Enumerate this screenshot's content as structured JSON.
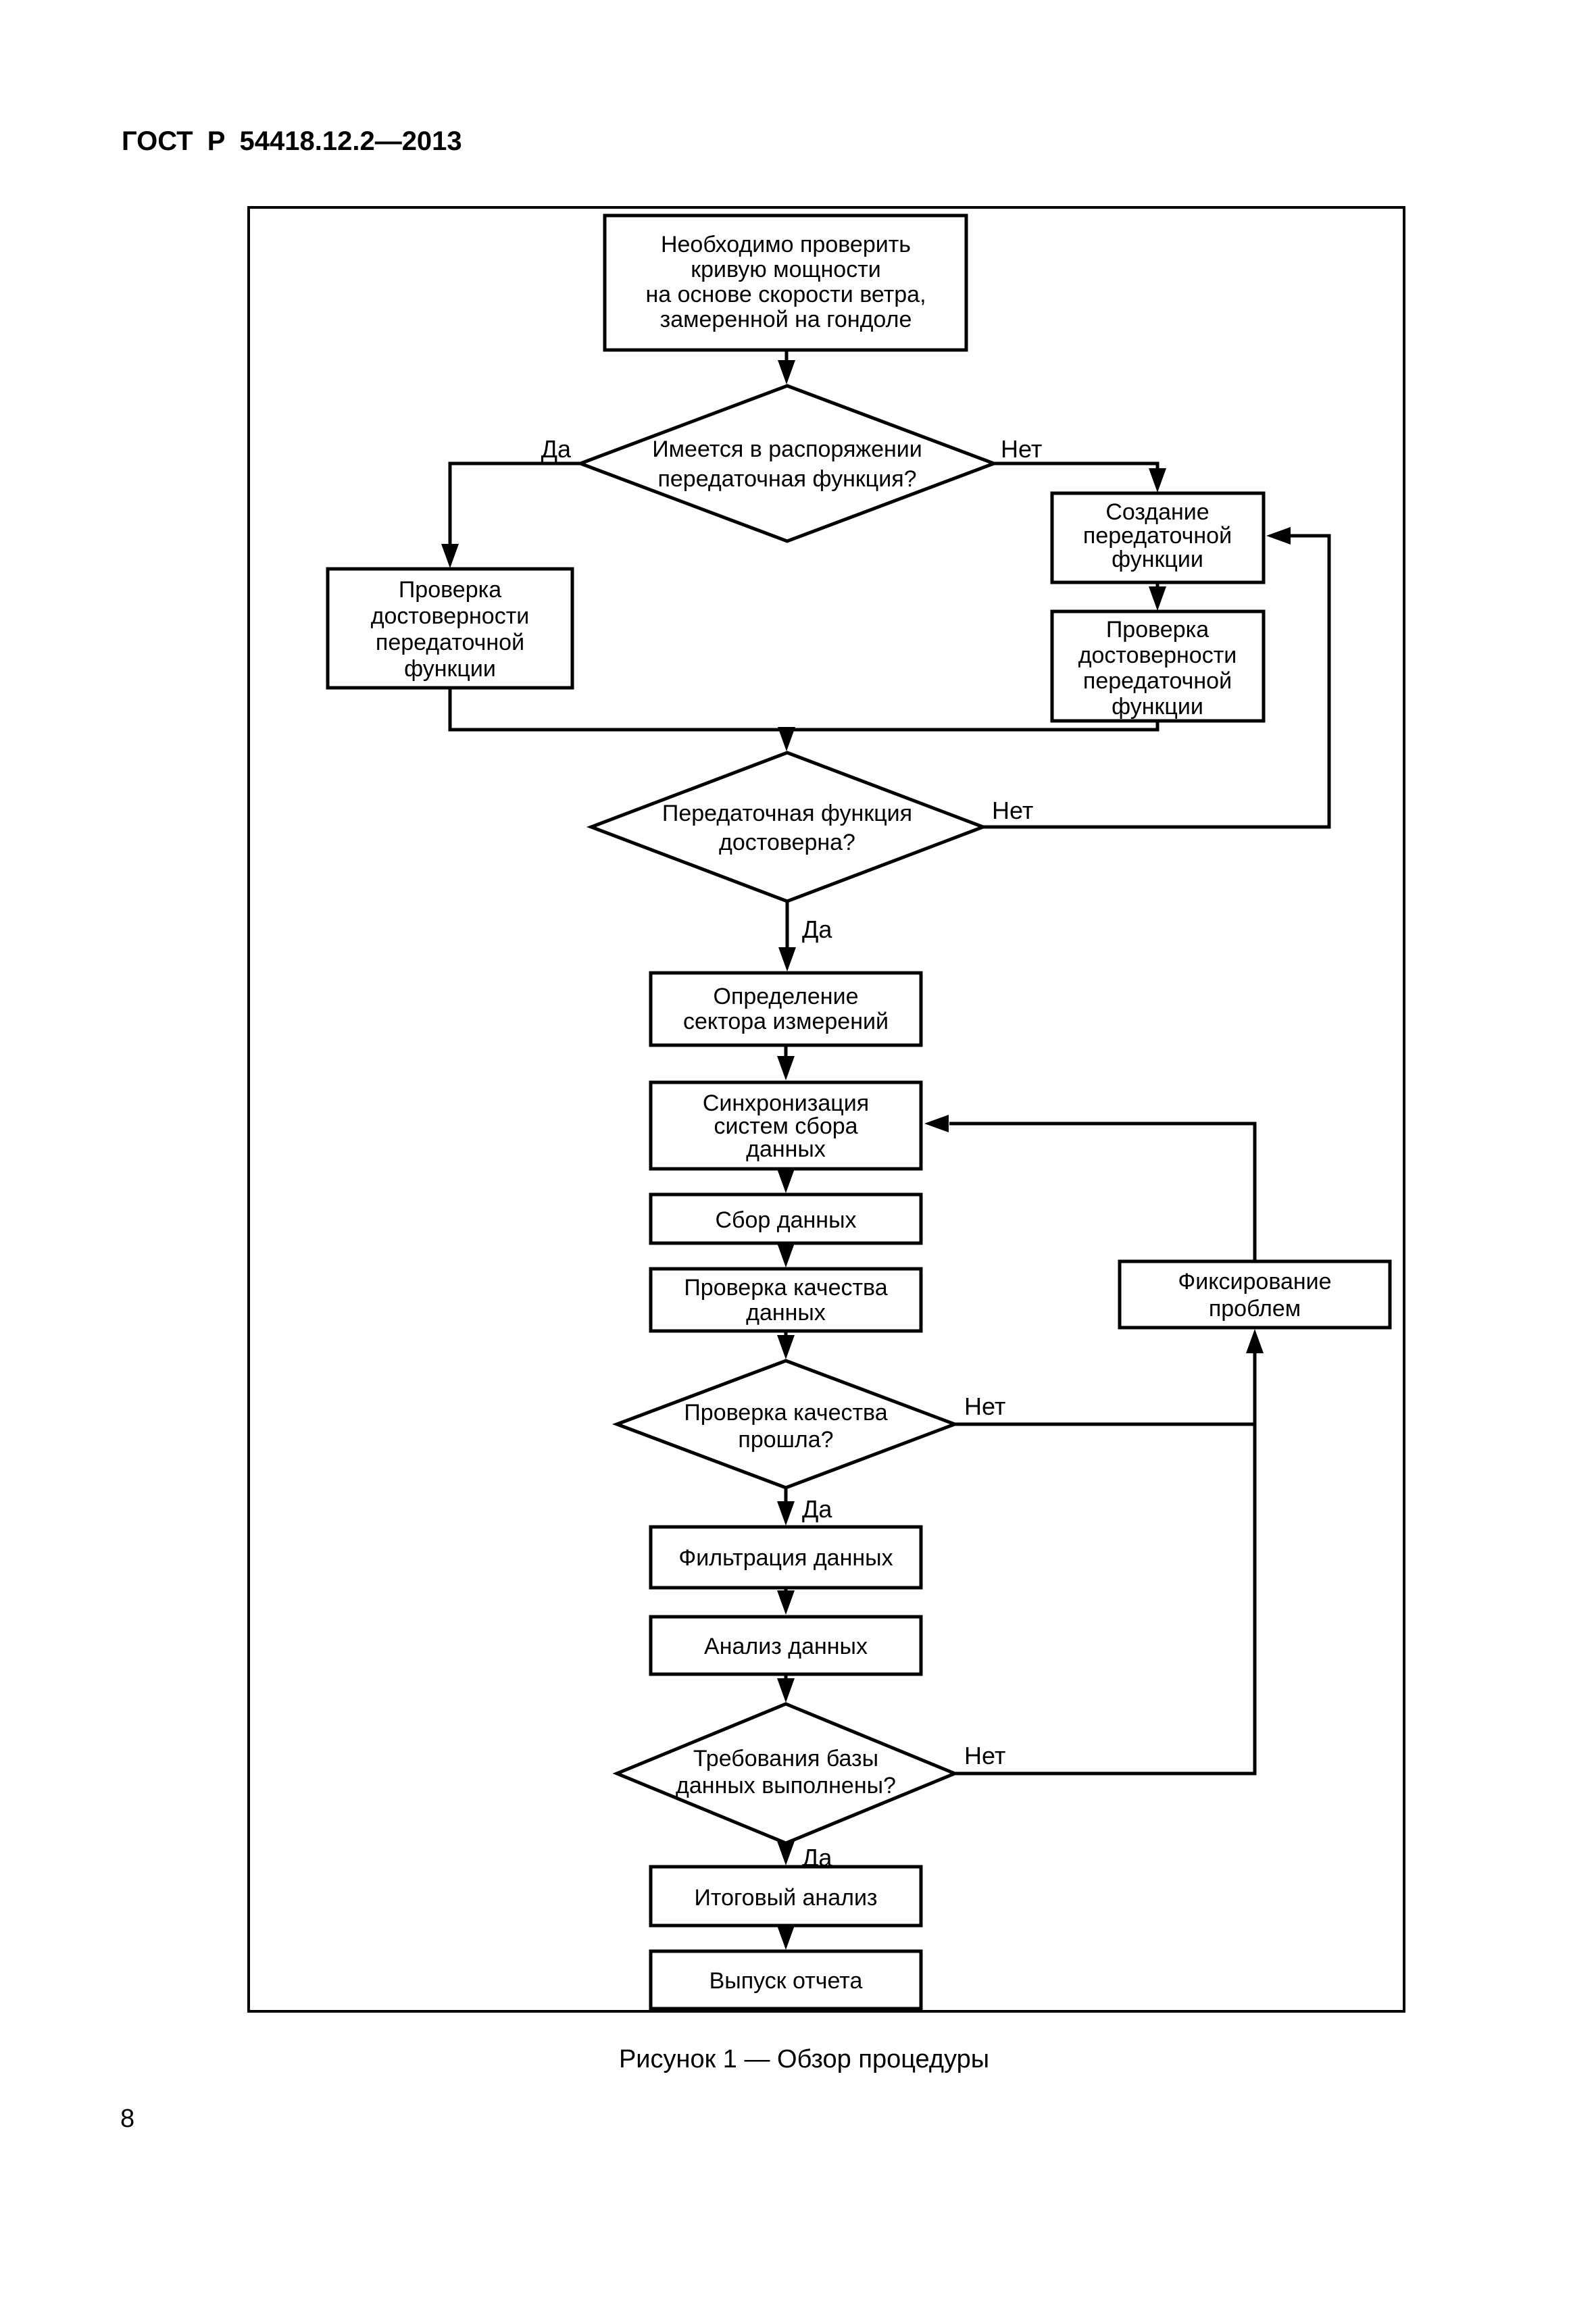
{
  "page": {
    "header": "ГОСТ Р 54418.12.2—2013",
    "caption": "Рисунок 1 — Обзор процедуры",
    "page_number": "8"
  },
  "labels": {
    "yes": "Да",
    "no": "Нет"
  },
  "nodes": {
    "start": {
      "lines": [
        "Необходимо проверить",
        "кривую мощности",
        "на основе скорости ветра,",
        "замеренной на гондоле"
      ]
    },
    "d1": {
      "lines": [
        "Имеется в распоряжении",
        "передаточная функция?"
      ]
    },
    "check_left": {
      "lines": [
        "Проверка",
        "достоверности",
        "передаточной",
        "функции"
      ]
    },
    "create_tf": {
      "lines": [
        "Создание",
        "передаточной",
        "функции"
      ]
    },
    "check_right": {
      "lines": [
        "Проверка",
        "достоверности",
        "передаточной",
        "функции"
      ]
    },
    "d2": {
      "lines": [
        "Передаточная функция",
        "достоверна?"
      ]
    },
    "sector": {
      "lines": [
        "Определение",
        "сектора измерений"
      ]
    },
    "sync": {
      "lines": [
        "Синхронизация",
        "систем сбора",
        "данных"
      ]
    },
    "collect": {
      "lines": [
        "Сбор данных"
      ]
    },
    "quality": {
      "lines": [
        "Проверка качества",
        "данных"
      ]
    },
    "d3": {
      "lines": [
        "Проверка качества",
        "прошла?"
      ]
    },
    "filter": {
      "lines": [
        "Фильтрация данных"
      ]
    },
    "analysis": {
      "lines": [
        "Анализ данных"
      ]
    },
    "d4": {
      "lines": [
        "Требования базы",
        "данных выполнены?"
      ]
    },
    "final": {
      "lines": [
        "Итоговый анализ"
      ]
    },
    "report": {
      "lines": [
        "Выпуск отчета"
      ]
    },
    "fix": {
      "lines": [
        "Фиксирование",
        "проблем"
      ]
    }
  }
}
